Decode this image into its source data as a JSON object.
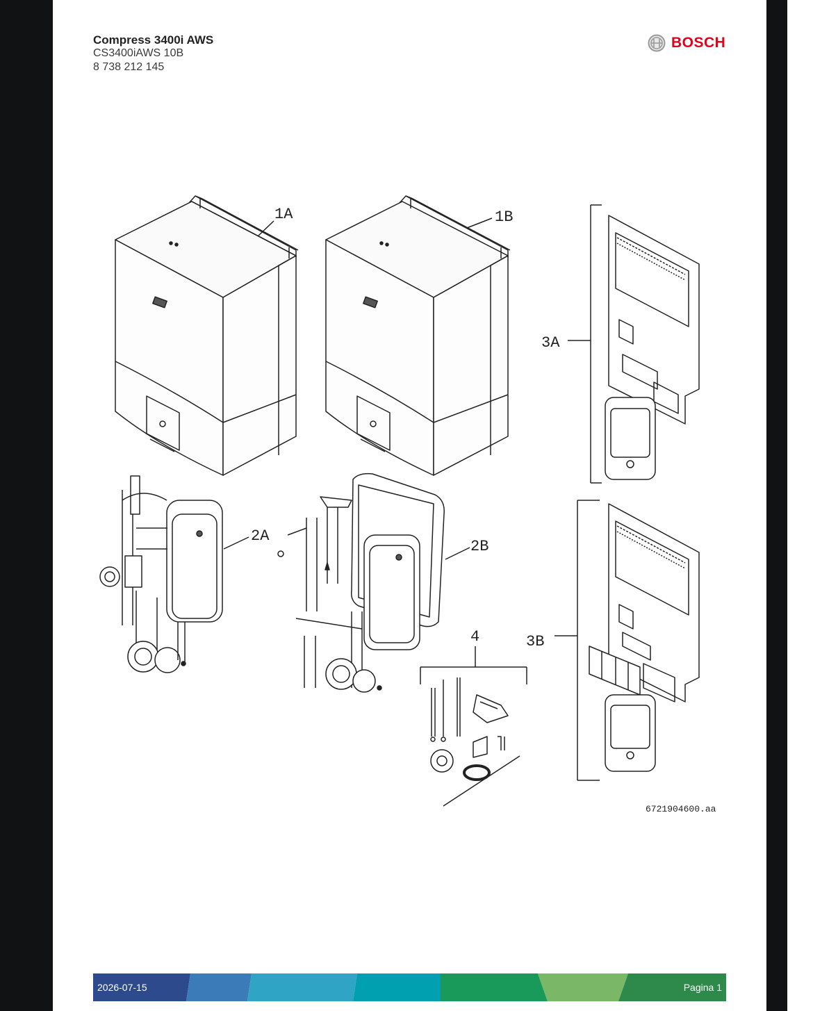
{
  "header": {
    "title": "Compress 3400i AWS",
    "model": "CS3400iAWS 10B",
    "part_number": "8 738 212 145"
  },
  "brand": {
    "name": "BOSCH",
    "color": "#e2001a"
  },
  "drawing": {
    "labels": {
      "unit_1a": "1A",
      "unit_1b": "1B",
      "hydraulic_2a": "2A",
      "hydraulic_2b": "2B",
      "control_3a": "3A",
      "control_3b": "3B",
      "accessories_4": "4"
    },
    "reference": "6721904600.aa"
  },
  "footer": {
    "date": "2026-07-15",
    "page": "Pagina 1",
    "gradient_colors": [
      "#2c4a8c",
      "#3a7bb8",
      "#2fa4c4",
      "#00a0b0",
      "#1a9a5a",
      "#7ab868",
      "#2e8a4a"
    ]
  }
}
